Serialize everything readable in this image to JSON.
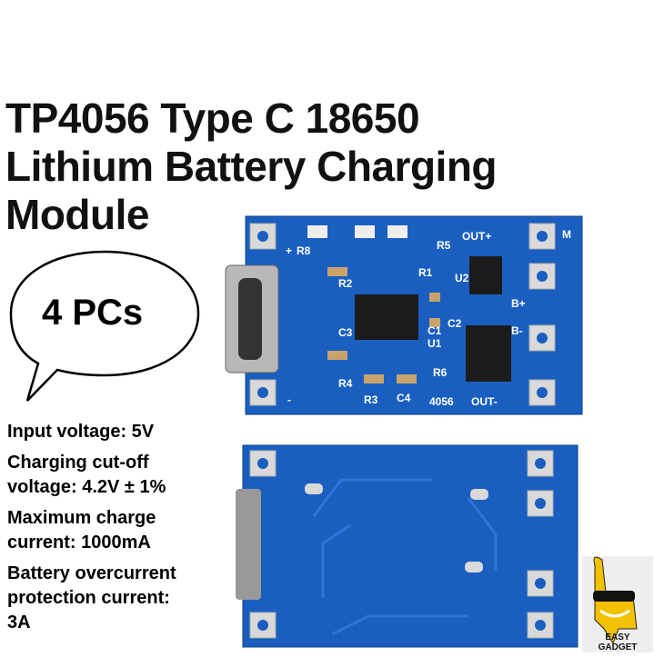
{
  "title": {
    "lines": [
      "TP4056 Type C 18650",
      "Lithium Battery Charging",
      "Module"
    ]
  },
  "badge": {
    "text": "4 PCs"
  },
  "specs": [
    {
      "lines": [
        "Input voltage: 5V"
      ]
    },
    {
      "lines": [
        "Charging cut-off",
        "voltage: 4.2V ± 1%"
      ]
    },
    {
      "lines": [
        "Maximum charge",
        "current: 1000mA"
      ]
    },
    {
      "lines": [
        "Battery overcurrent",
        "protection current:",
        "3A"
      ]
    }
  ],
  "pcb_labels": {
    "out_plus": "OUT+",
    "out_minus": "OUT-",
    "b_plus": "B+",
    "b_minus": "B-",
    "chip": "4056",
    "r1": "R1",
    "r2": "R2",
    "r3": "R3",
    "r4": "R4",
    "r5": "R5",
    "r6": "R6",
    "r8": "R8",
    "c1": "C1",
    "c2": "C2",
    "c3": "C3",
    "c4": "C4",
    "u1": "U1",
    "u2": "U2",
    "plus": "+",
    "minus": "-",
    "m": "M"
  },
  "logo": {
    "text": "EASY GADGET"
  },
  "colors": {
    "pcb": "#1a5fc0",
    "pad": "#d9d9d9",
    "text": "#111111"
  }
}
